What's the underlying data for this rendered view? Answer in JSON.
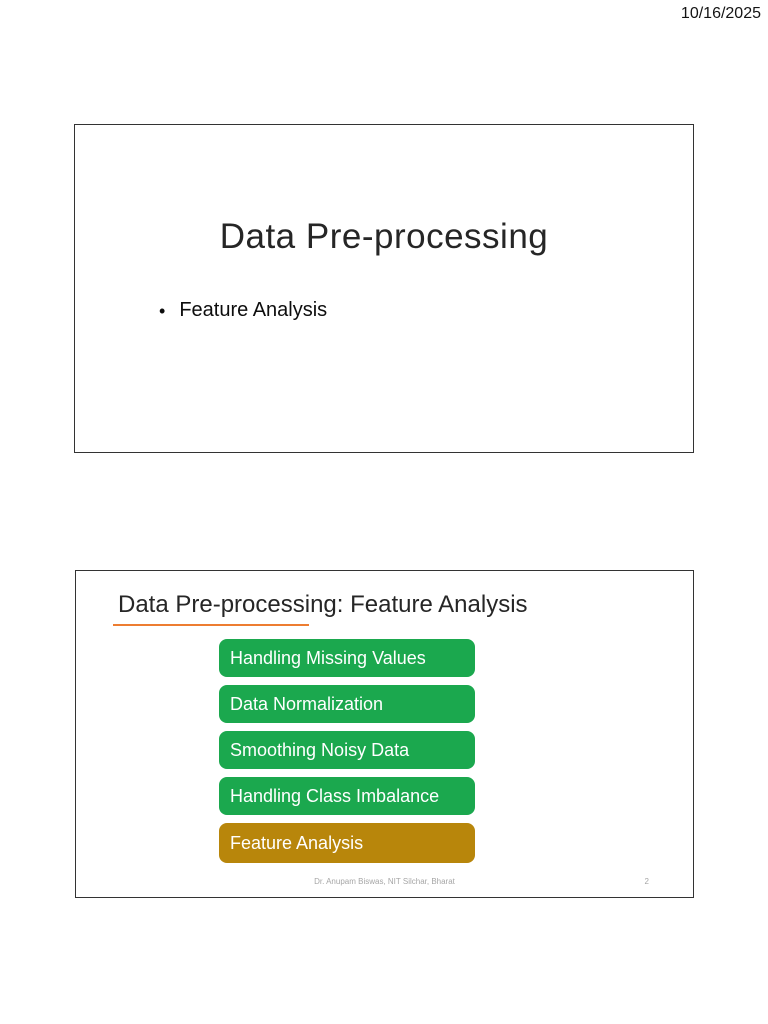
{
  "page": {
    "date": "10/16/2025"
  },
  "slide1": {
    "title": "Data Pre-processing",
    "bullet_glyph": "•",
    "bullet": "Feature Analysis"
  },
  "slide2": {
    "title": "Data Pre-processing: Feature Analysis",
    "underline_color": "#ED7D31",
    "boxes": [
      {
        "label": "Handling Missing Values",
        "color": "#1BA84E"
      },
      {
        "label": "Data Normalization",
        "color": "#1BA84E"
      },
      {
        "label": "Smoothing Noisy Data",
        "color": "#1BA84E"
      },
      {
        "label": "Handling Class Imbalance",
        "color": "#1BA84E"
      },
      {
        "label": "Feature Analysis",
        "color": "#B8860B"
      }
    ],
    "footer": "Dr. Anupam Biswas, NIT Silchar, Bharat",
    "page_number": "2"
  }
}
